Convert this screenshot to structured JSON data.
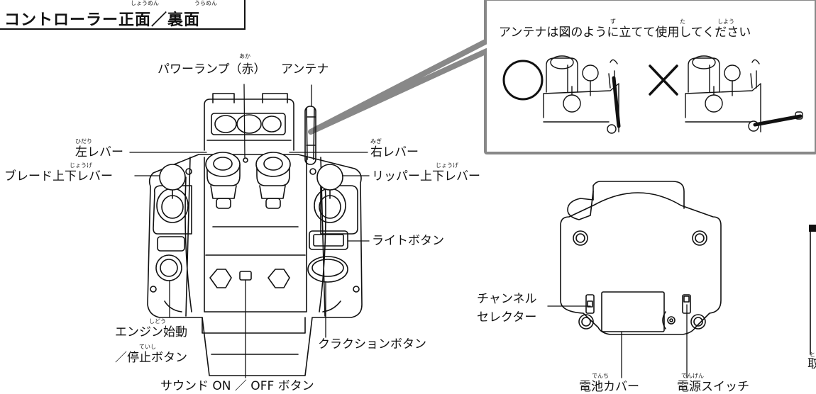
{
  "title": {
    "text": "コントローラー正面／裏面",
    "ruby_front": "しょうめん",
    "ruby_back": "うらめん"
  },
  "antenna_note": {
    "text": "アンテナは図のように立てて使用してください",
    "ruby_zu": "ず",
    "ruby_ta": "た",
    "ruby_shiyou": "しよう",
    "ok_symbol": "◯",
    "ng_symbol": "✕"
  },
  "front": {
    "power_lamp": "パワーランプ（赤）",
    "power_lamp_ruby": "あか",
    "antenna": "アンテナ",
    "left_lever": "左レバー",
    "left_lever_ruby": "ひだり",
    "right_lever": "右レバー",
    "right_lever_ruby": "みぎ",
    "blade_lever": "ブレード上下レバー",
    "blade_lever_ruby": "じょうげ",
    "ripper_lever": "リッパー上下レバー",
    "ripper_lever_ruby": "じょうげ",
    "light_button": "ライトボタン",
    "engine_button_1": "エンジン始動",
    "engine_button_1_ruby": "しどう",
    "engine_button_2": "／停止ボタン",
    "engine_button_2_ruby": "ていし",
    "horn_button": "クラクションボタン",
    "sound_button": "サウンド ON ／ OFF ボタン"
  },
  "back": {
    "channel_selector_1": "チャンネル",
    "channel_selector_2": "セレクター",
    "battery_cover": "電池カバー",
    "battery_cover_ruby": "でんち",
    "power_switch": "電源スイッチ",
    "power_switch_ruby": "でんげん"
  },
  "edge": {
    "partial_text": "取",
    "partial_ruby": "と"
  }
}
